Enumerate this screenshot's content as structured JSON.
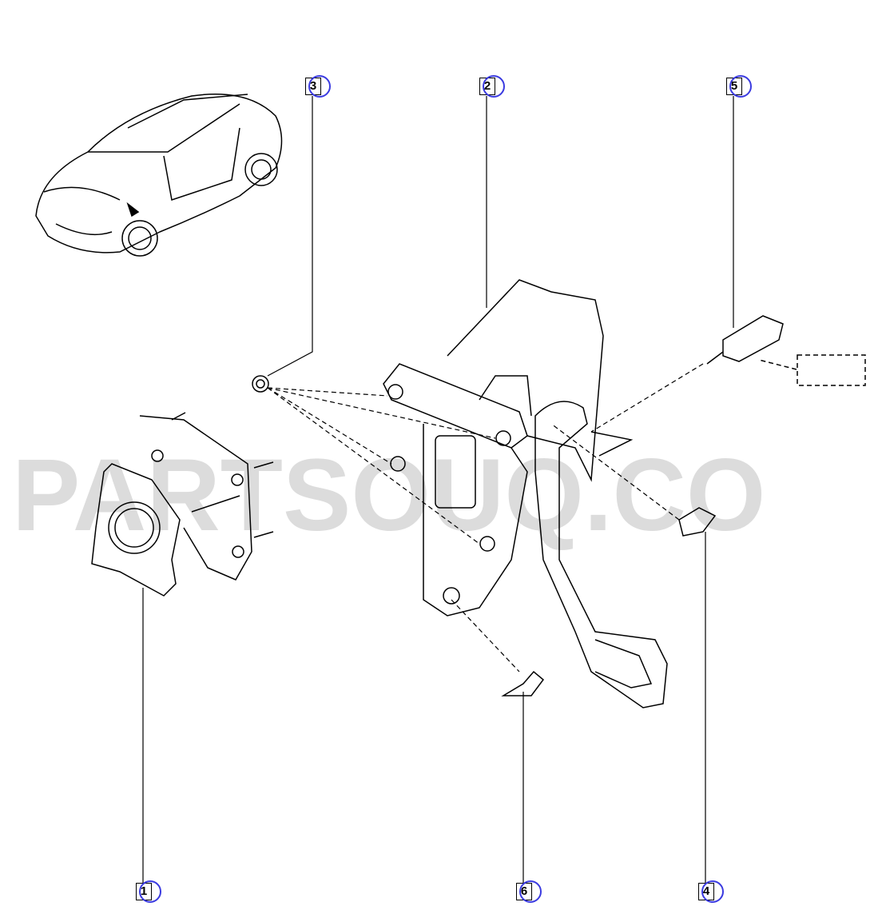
{
  "watermark": "PARTSOUQ.CO",
  "callouts": [
    {
      "label": "3"
    },
    {
      "label": "2"
    },
    {
      "label": "5"
    },
    {
      "label": "1"
    },
    {
      "label": "6"
    },
    {
      "label": "4"
    }
  ],
  "colors": {
    "ring": "#3a3ae0",
    "watermark": "#dcdcdc",
    "line": "#000000"
  }
}
